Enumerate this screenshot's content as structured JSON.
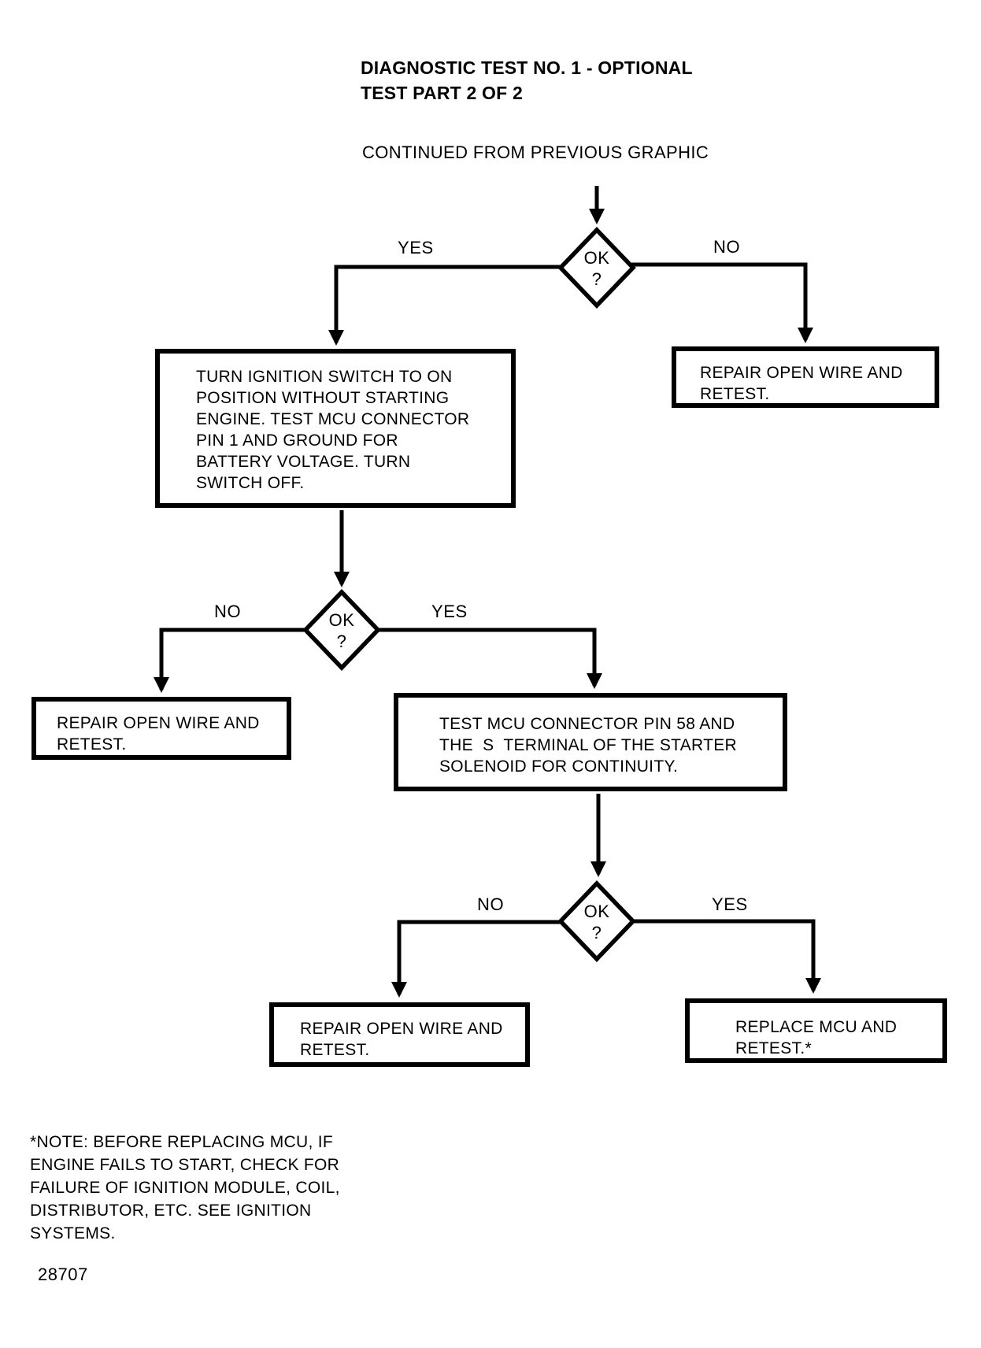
{
  "page": {
    "title_line1": "DIAGNOSTIC TEST NO. 1 - OPTIONAL",
    "title_line2": "TEST PART 2 OF 2",
    "subtitle": "CONTINUED FROM PREVIOUS GRAPHIC",
    "footnote": "*NOTE: BEFORE REPLACING MCU, IF\nENGINE FAILS TO START, CHECK FOR\nFAILURE OF IGNITION MODULE, COIL,\nDISTRIBUTOR, ETC. SEE IGNITION\nSYSTEMS.",
    "figure_number": "28707"
  },
  "decisions": {
    "d1": {
      "question": "OK",
      "mark": "?",
      "left": "YES",
      "right": "NO"
    },
    "d2": {
      "question": "OK",
      "mark": "?",
      "left": "NO",
      "right": "YES"
    },
    "d3": {
      "question": "OK",
      "mark": "?",
      "left": "NO",
      "right": "YES"
    }
  },
  "boxes": {
    "turn_ignition": "TURN IGNITION SWITCH TO ON\nPOSITION WITHOUT STARTING\nENGINE. TEST MCU CONNECTOR\nPIN 1 AND GROUND FOR\nBATTERY VOLTAGE. TURN\nSWITCH OFF.",
    "repair_open_wire_1": "REPAIR OPEN WIRE AND\nRETEST.",
    "repair_open_wire_2": "REPAIR OPEN WIRE AND\nRETEST.",
    "test_pin58": "TEST MCU CONNECTOR PIN 58 AND\nTHE  S  TERMINAL OF THE STARTER\nSOLENOID FOR CONTINUITY.",
    "repair_open_wire_3": "REPAIR OPEN WIRE AND\nRETEST.",
    "replace_mcu": "REPLACE MCU AND\nRETEST.*"
  },
  "colors": {
    "ink": "#000000",
    "paper": "#ffffff"
  }
}
